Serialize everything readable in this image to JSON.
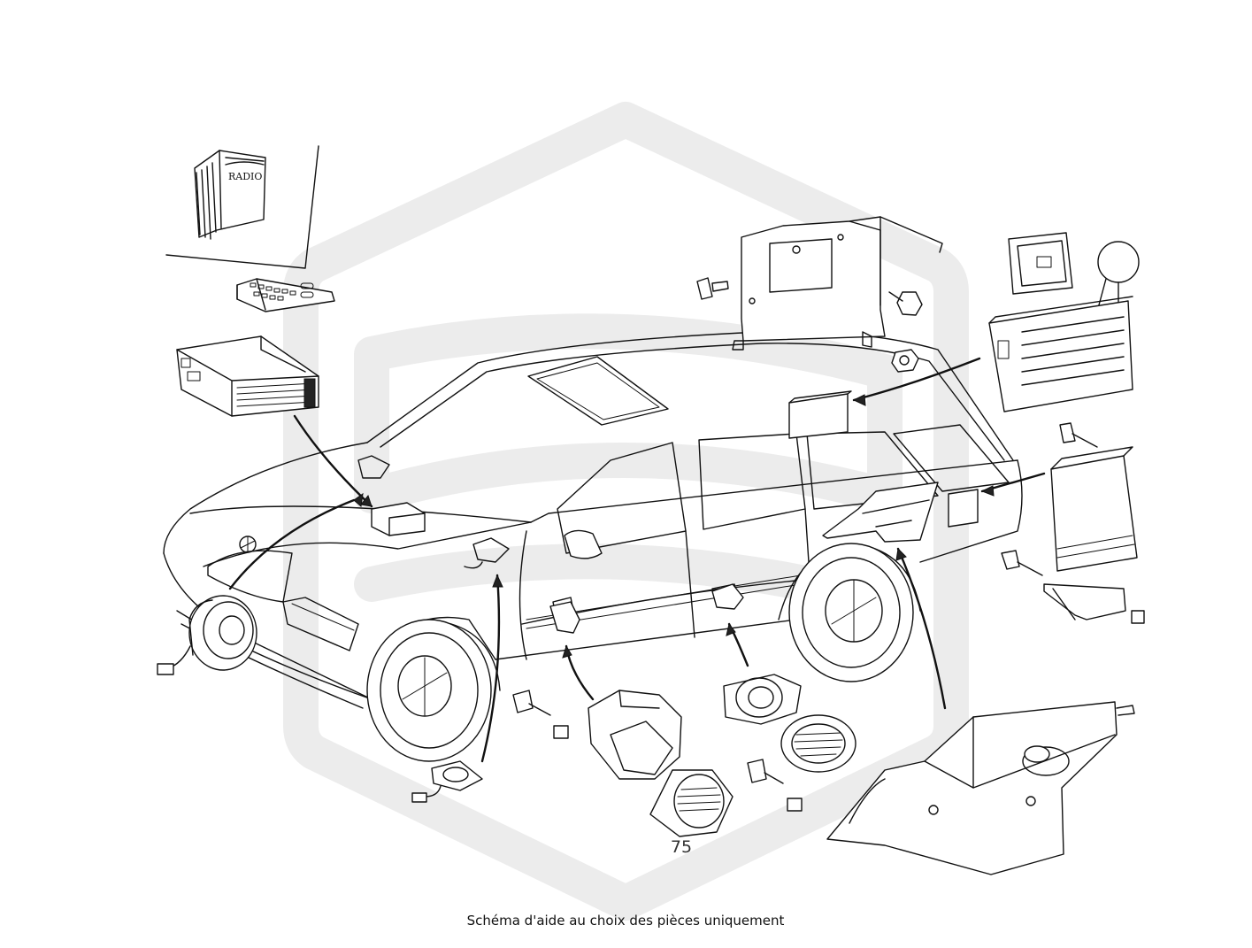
{
  "diagram": {
    "book_label": "RADIO",
    "page_number": "75",
    "caption": "Schéma d'aide au choix des pièces uniquement",
    "colors": {
      "ink": "#111111",
      "watermark": "#ececec",
      "background": "#ffffff"
    }
  }
}
